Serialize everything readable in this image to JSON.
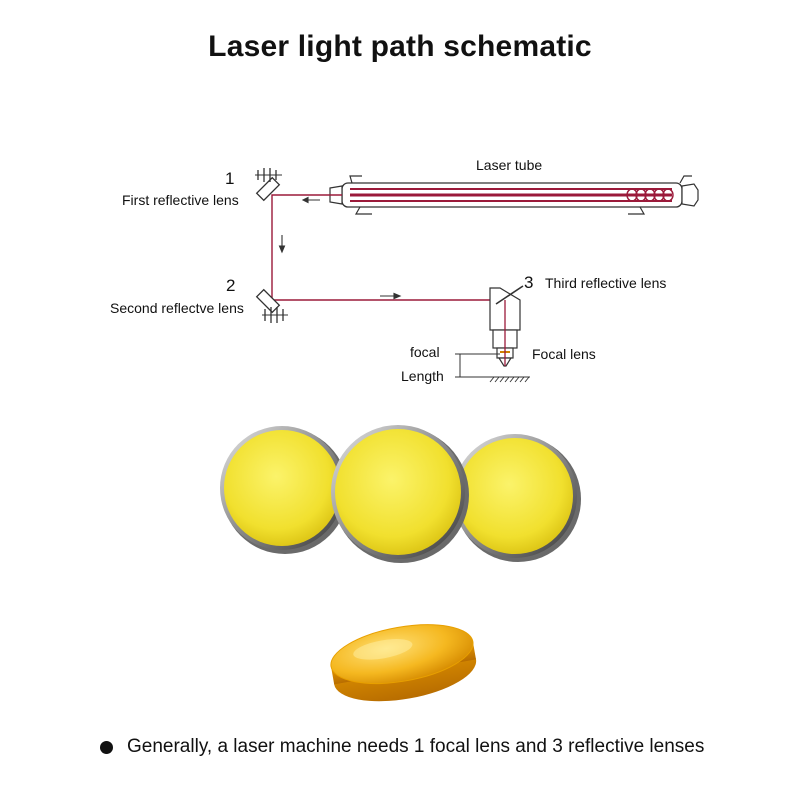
{
  "title": "Laser light path schematic",
  "labels": {
    "laser_tube": "Laser tube",
    "first_num": "1",
    "first_lens": "First reflective lens",
    "second_num": "2",
    "second_lens": "Second reflectve lens",
    "third_num": "3",
    "third_lens": "Third reflective lens",
    "focal": "focal",
    "length": "Length",
    "focal_lens": "Focal lens"
  },
  "footer": {
    "text": "Generally, a laser machine needs 1 focal lens and 3 reflective lenses"
  },
  "colors": {
    "beam": "#9b1a3a",
    "mirror_gold": "#f2e23a",
    "focal_lens_amber": "#f5b820"
  }
}
